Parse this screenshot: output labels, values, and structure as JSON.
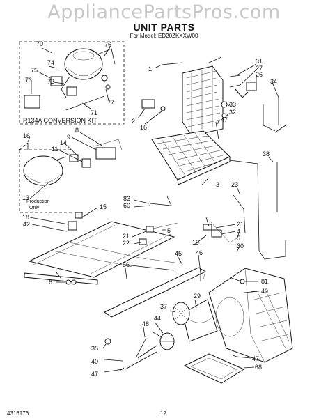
{
  "watermark": "AppliancePartsPros.com",
  "header": {
    "title": "UNIT PARTS",
    "subtitle": "For Model: ED20ZKXXW00"
  },
  "kit_label": "R134A CONVERSION KIT",
  "production_note_line1": "Production",
  "production_note_line2": "Only",
  "footer": {
    "doc_number": "4316176",
    "page_number": "12"
  },
  "callouts": {
    "c70": "70",
    "c76": "76",
    "c74": "74",
    "c75": "75",
    "c72": "72",
    "c73": "73",
    "c77": "77",
    "c71": "71",
    "c1": "1",
    "c31": "31",
    "c27": "27",
    "c26": "26",
    "c34": "34",
    "c33": "33",
    "c32": "32",
    "c47a": "47",
    "c2": "2",
    "c16a": "16",
    "c16b": "16",
    "c8": "8",
    "c9": "9",
    "c14": "14",
    "c11": "11",
    "c13": "13",
    "c3": "3",
    "c38": "38",
    "c23": "23",
    "c18": "18",
    "c42": "42",
    "c15": "15",
    "c83": "83",
    "c60": "60",
    "c5a": "5",
    "c21a": "21",
    "c21b": "21",
    "c22": "22",
    "c19": "19",
    "c4": "4",
    "c5b": "5",
    "c30": "30",
    "c56": "56",
    "c6": "6",
    "c45": "45",
    "c46": "46",
    "c81": "81",
    "c49": "49",
    "c29": "29",
    "c37": "37",
    "c48": "48",
    "c44": "44",
    "c35": "35",
    "c40": "40",
    "c47b": "47",
    "c47c": "47",
    "c68": "68"
  }
}
